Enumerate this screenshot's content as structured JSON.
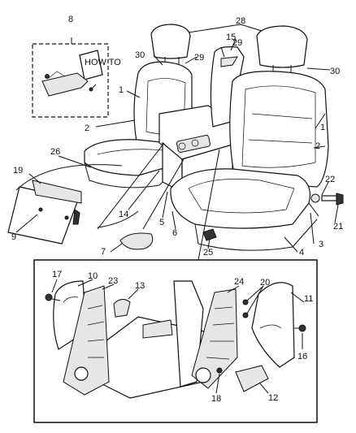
{
  "diagram": {
    "kit_booklet_text": "HOW TO",
    "callouts": {
      "c1a": "1",
      "c1b": "1",
      "c2a": "2",
      "c2b": "2",
      "c3": "3",
      "c4": "4",
      "c5": "5",
      "c6": "6",
      "c7": "7",
      "c8": "8",
      "c9": "9",
      "c10": "10",
      "c11": "11",
      "c12": "12",
      "c13": "13",
      "c14": "14",
      "c15": "15",
      "c16": "16",
      "c17": "17",
      "c18": "18",
      "c19": "19",
      "c20": "20",
      "c21": "21",
      "c22": "22",
      "c23": "23",
      "c24": "24",
      "c25": "25",
      "c26": "26",
      "c28": "28",
      "c29a": "29",
      "c29b": "29",
      "c30a": "30",
      "c30b": "30"
    }
  }
}
